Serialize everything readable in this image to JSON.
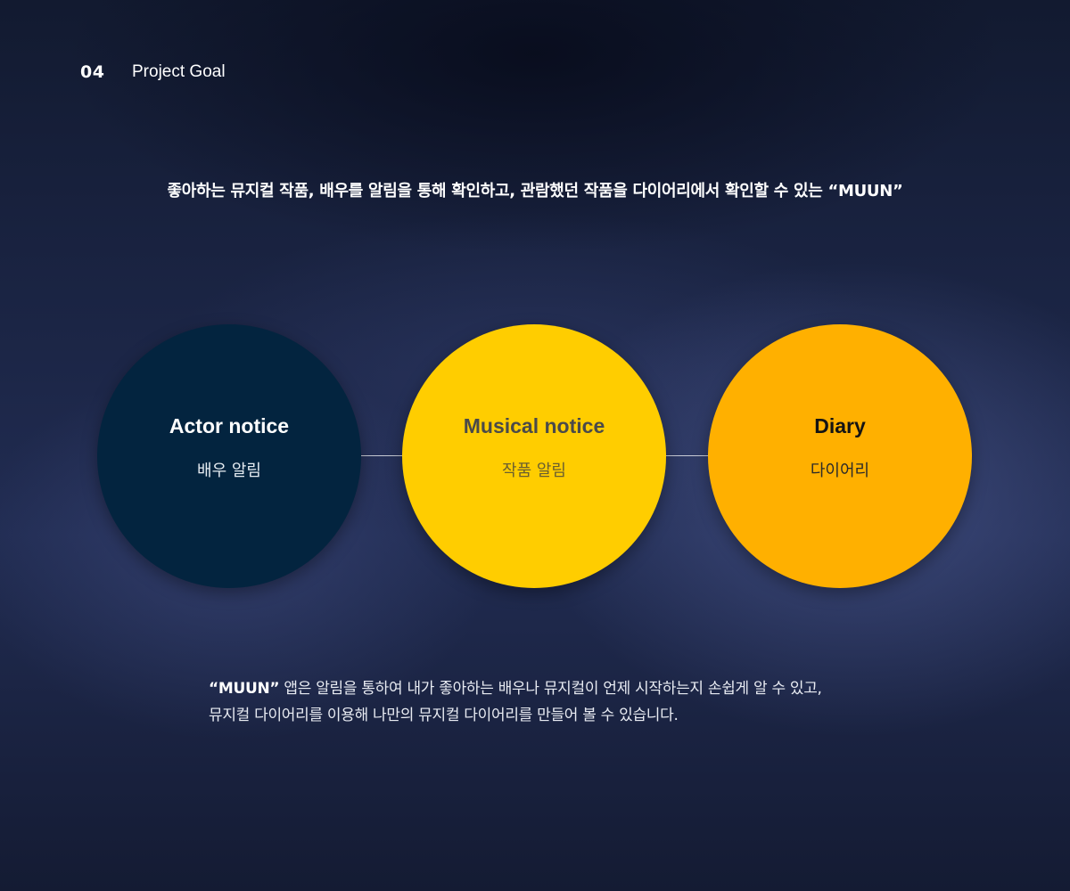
{
  "header": {
    "section_number": "04",
    "section_title": "Project Goal"
  },
  "headline": "좋아하는 뮤지컬 작품, 배우를 알림을 통해 확인하고, 관람했던 작품을 다이어리에서 확인할 수 있는 “MUUN”",
  "features": [
    {
      "title": "Actor notice",
      "subtitle": "배우 알림",
      "color": "#03243f"
    },
    {
      "title": "Musical notice",
      "subtitle": "작품 알림",
      "color": "#ffcd00"
    },
    {
      "title": "Diary",
      "subtitle": "다이어리",
      "color": "#ffb000"
    }
  ],
  "description": {
    "brand": "“MUUN”",
    "line1_rest": " 앱은 알림을 통하여 내가 좋아하는 배우나 뮤지컬이 언제 시작하는지 손쉽게 알 수 있고,",
    "line2": "뮤지컬 다이어리를 이용해 나만의 뮤지컬 다이어리를 만들어 볼 수 있습니다."
  }
}
